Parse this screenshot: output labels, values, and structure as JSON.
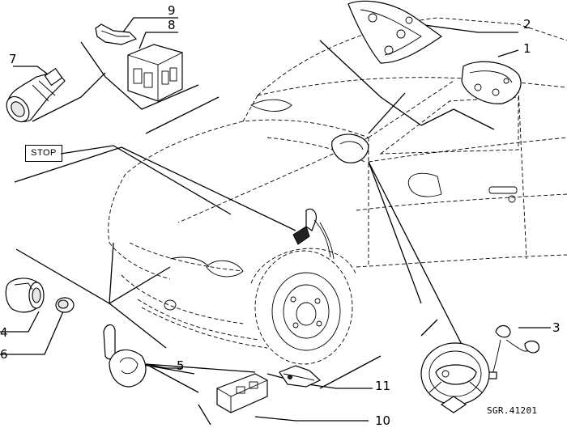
{
  "diagram": {
    "callouts": [
      {
        "id": "1",
        "label": "1"
      },
      {
        "id": "2",
        "label": "2"
      },
      {
        "id": "3",
        "label": "3"
      },
      {
        "id": "4",
        "label": "4"
      },
      {
        "id": "5",
        "label": "5"
      },
      {
        "id": "6",
        "label": "6"
      },
      {
        "id": "7",
        "label": "7"
      },
      {
        "id": "8",
        "label": "8"
      },
      {
        "id": "9",
        "label": "9"
      },
      {
        "id": "10",
        "label": "10"
      },
      {
        "id": "11",
        "label": "11"
      }
    ],
    "stop_label": "STOP",
    "reference_code": "SGR.41201"
  }
}
